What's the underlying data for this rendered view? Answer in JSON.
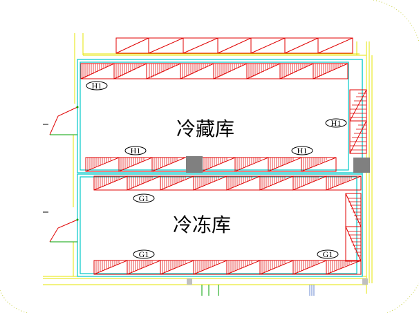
{
  "rooms": {
    "upper": {
      "label": "冷藏库"
    },
    "lower": {
      "label": "冷冻库"
    }
  },
  "tags": {
    "h1_a": "H1",
    "h1_b": "H1",
    "h1_c": "H1",
    "h1_d": "H1",
    "g1_a": "G1",
    "g1_b": "G1",
    "g1_c": "G1"
  },
  "colors": {
    "wall": "#00c8c8",
    "outer_wall": "#e6e600",
    "coil": "#e00000",
    "door": "#e00000",
    "column": "#808080",
    "pipe": "#00a000",
    "pipe_blue": "#6a8ad0",
    "corner_dots": "#c8d040"
  },
  "icons": [
    "door-swing-icon",
    "evaporator-coil-icon"
  ]
}
